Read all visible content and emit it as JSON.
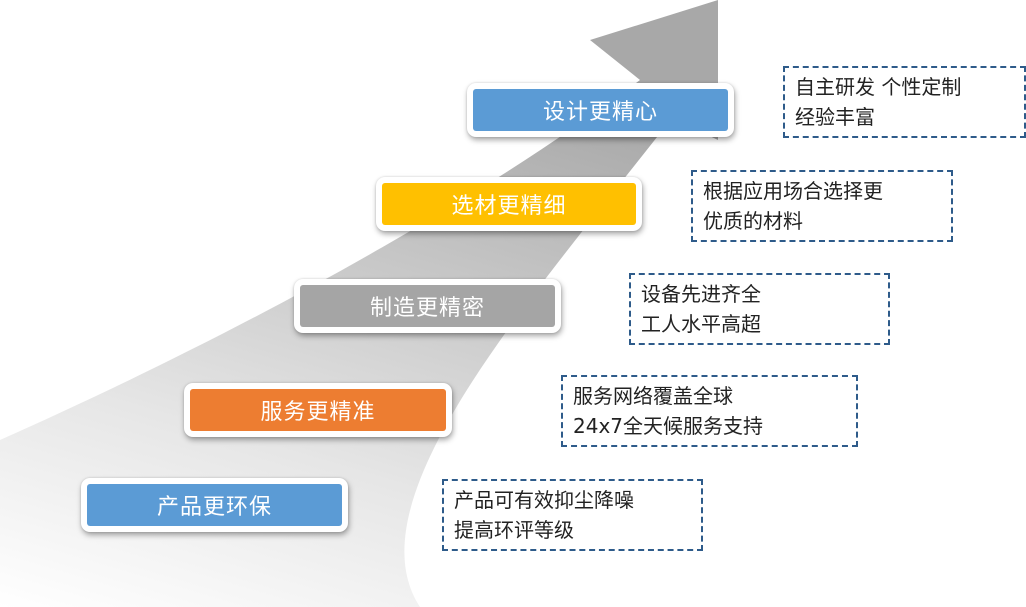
{
  "colors": {
    "blue": "#5b9bd5",
    "yellow": "#ffc000",
    "gray": "#a5a5a5",
    "orange": "#ed7d31",
    "note_border": "#2e5b8a",
    "arrow_gray": "#bdbdbd"
  },
  "steps": [
    {
      "label": "设计更精心",
      "color": "#5b9bd5"
    },
    {
      "label": "选材更精细",
      "color": "#ffc000"
    },
    {
      "label": "制造更精密",
      "color": "#a5a5a5"
    },
    {
      "label": "服务更精准",
      "color": "#ed7d31"
    },
    {
      "label": "产品更环保",
      "color": "#5b9bd5"
    }
  ],
  "notes": [
    {
      "line1": "自主研发 个性定制",
      "line2": "经验丰富"
    },
    {
      "line1": "根据应用场合选择更",
      "line2": "优质的材料"
    },
    {
      "line1": "设备先进齐全",
      "line2": "工人水平高超"
    },
    {
      "line1": "服务网络覆盖全球",
      "line2": "24x7全天候服务支持"
    },
    {
      "line1": "产品可有效抑尘降噪",
      "line2": "提高环评等级"
    }
  ]
}
